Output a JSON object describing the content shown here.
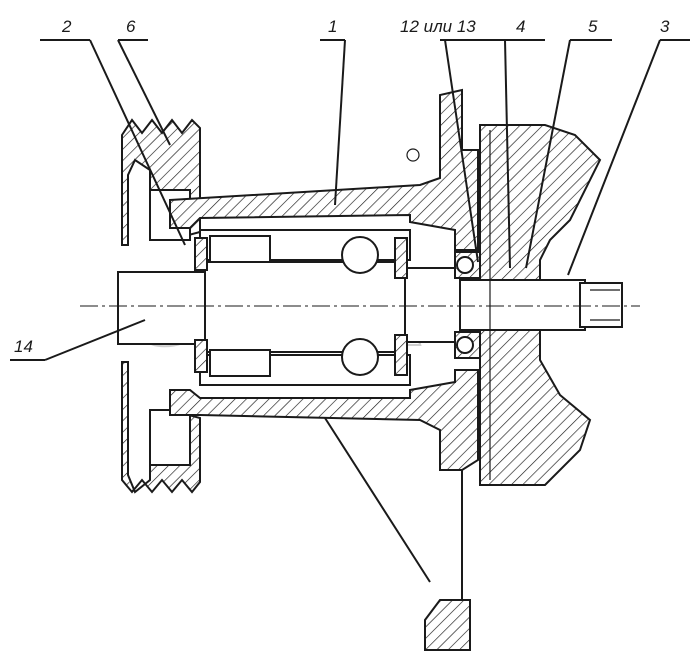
{
  "labels": {
    "l2": "2",
    "l6": "6",
    "l1": "1",
    "l12or13": "12 или 13",
    "l4": "4",
    "l5": "5",
    "l3": "3",
    "l14": "14"
  },
  "watermark": "OPEX",
  "colors": {
    "line": "#1a1a1a",
    "background": "#ffffff",
    "watermark": "#cfcfcf"
  }
}
